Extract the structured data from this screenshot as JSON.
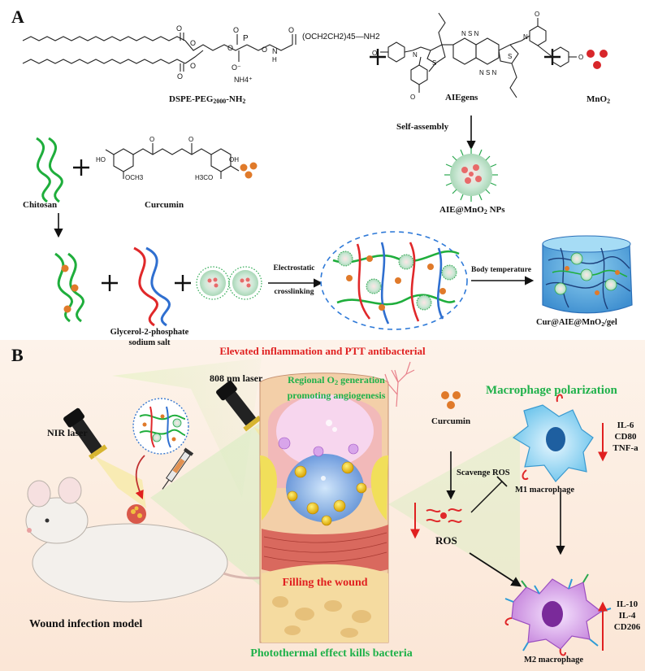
{
  "panels": {
    "a": {
      "letter": "A",
      "dspe_label": "DSPE-PEG",
      "dspe_sub": "2000",
      "dspe_suffix": "-NH",
      "dspe_sub2": "2",
      "dspe_chain": "(OCH2CH2)45—NH2",
      "dspe_nh4": "NH4",
      "aiegens_label": "AIEgens",
      "mno2_label": "MnO",
      "mno2_sub": "2",
      "self_assembly": "Self-assembly",
      "nps_label": "AIE@MnO",
      "nps_sub": "2",
      "nps_suffix": " NPs",
      "chitosan_label": "Chitosan",
      "curcumin_label": "Curcumin",
      "curcumin_ho_left": "HO",
      "curcumin_och3": "OCH3",
      "curcumin_h3co": "H3CO",
      "curcumin_oh_right": "OH",
      "gp_label_1": "Glycerol-2-phosphate",
      "gp_label_2": "sodium salt",
      "electro_1": "Electrostatic",
      "electro_2": "crosslinking",
      "body_temp": "Body temperature",
      "gel_label": "Cur@AIE@MnO",
      "gel_sub": "2",
      "gel_suffix": "/gel"
    },
    "b": {
      "letter": "B",
      "elevated": "Elevated inflammation and PTT antibacterial",
      "laser_808": "808 nm laser",
      "regional_1": "Regional O",
      "regional_sub": "2",
      "regional_1b": " generation",
      "regional_2": "promoting angiogenesis",
      "nir_laser": "NIR laser",
      "curcumin": "Curcumin",
      "scavenge_ros": "Scavenge ROS",
      "ros": "ROS",
      "macrophage_polarization": "Macrophage polarization",
      "m1_markers": [
        "IL-6",
        "CD80",
        "TNF-a"
      ],
      "m1_label": "M1 macrophage",
      "m2_markers": [
        "IL-10",
        "IL-4",
        "CD206"
      ],
      "m2_label": "M2 macrophage",
      "filling": "Filling the wound",
      "wound_model": "Wound infection model",
      "photothermal": "Photothermal effect kills bacteria"
    }
  },
  "colors": {
    "green_strand": "#1fae3c",
    "red_strand": "#e0282a",
    "blue_strand": "#2f6fd0",
    "orange_dot": "#e07a2a",
    "mno2_red": "#d8262a",
    "accent_red": "#e02020",
    "accent_green": "#1fb14a"
  }
}
